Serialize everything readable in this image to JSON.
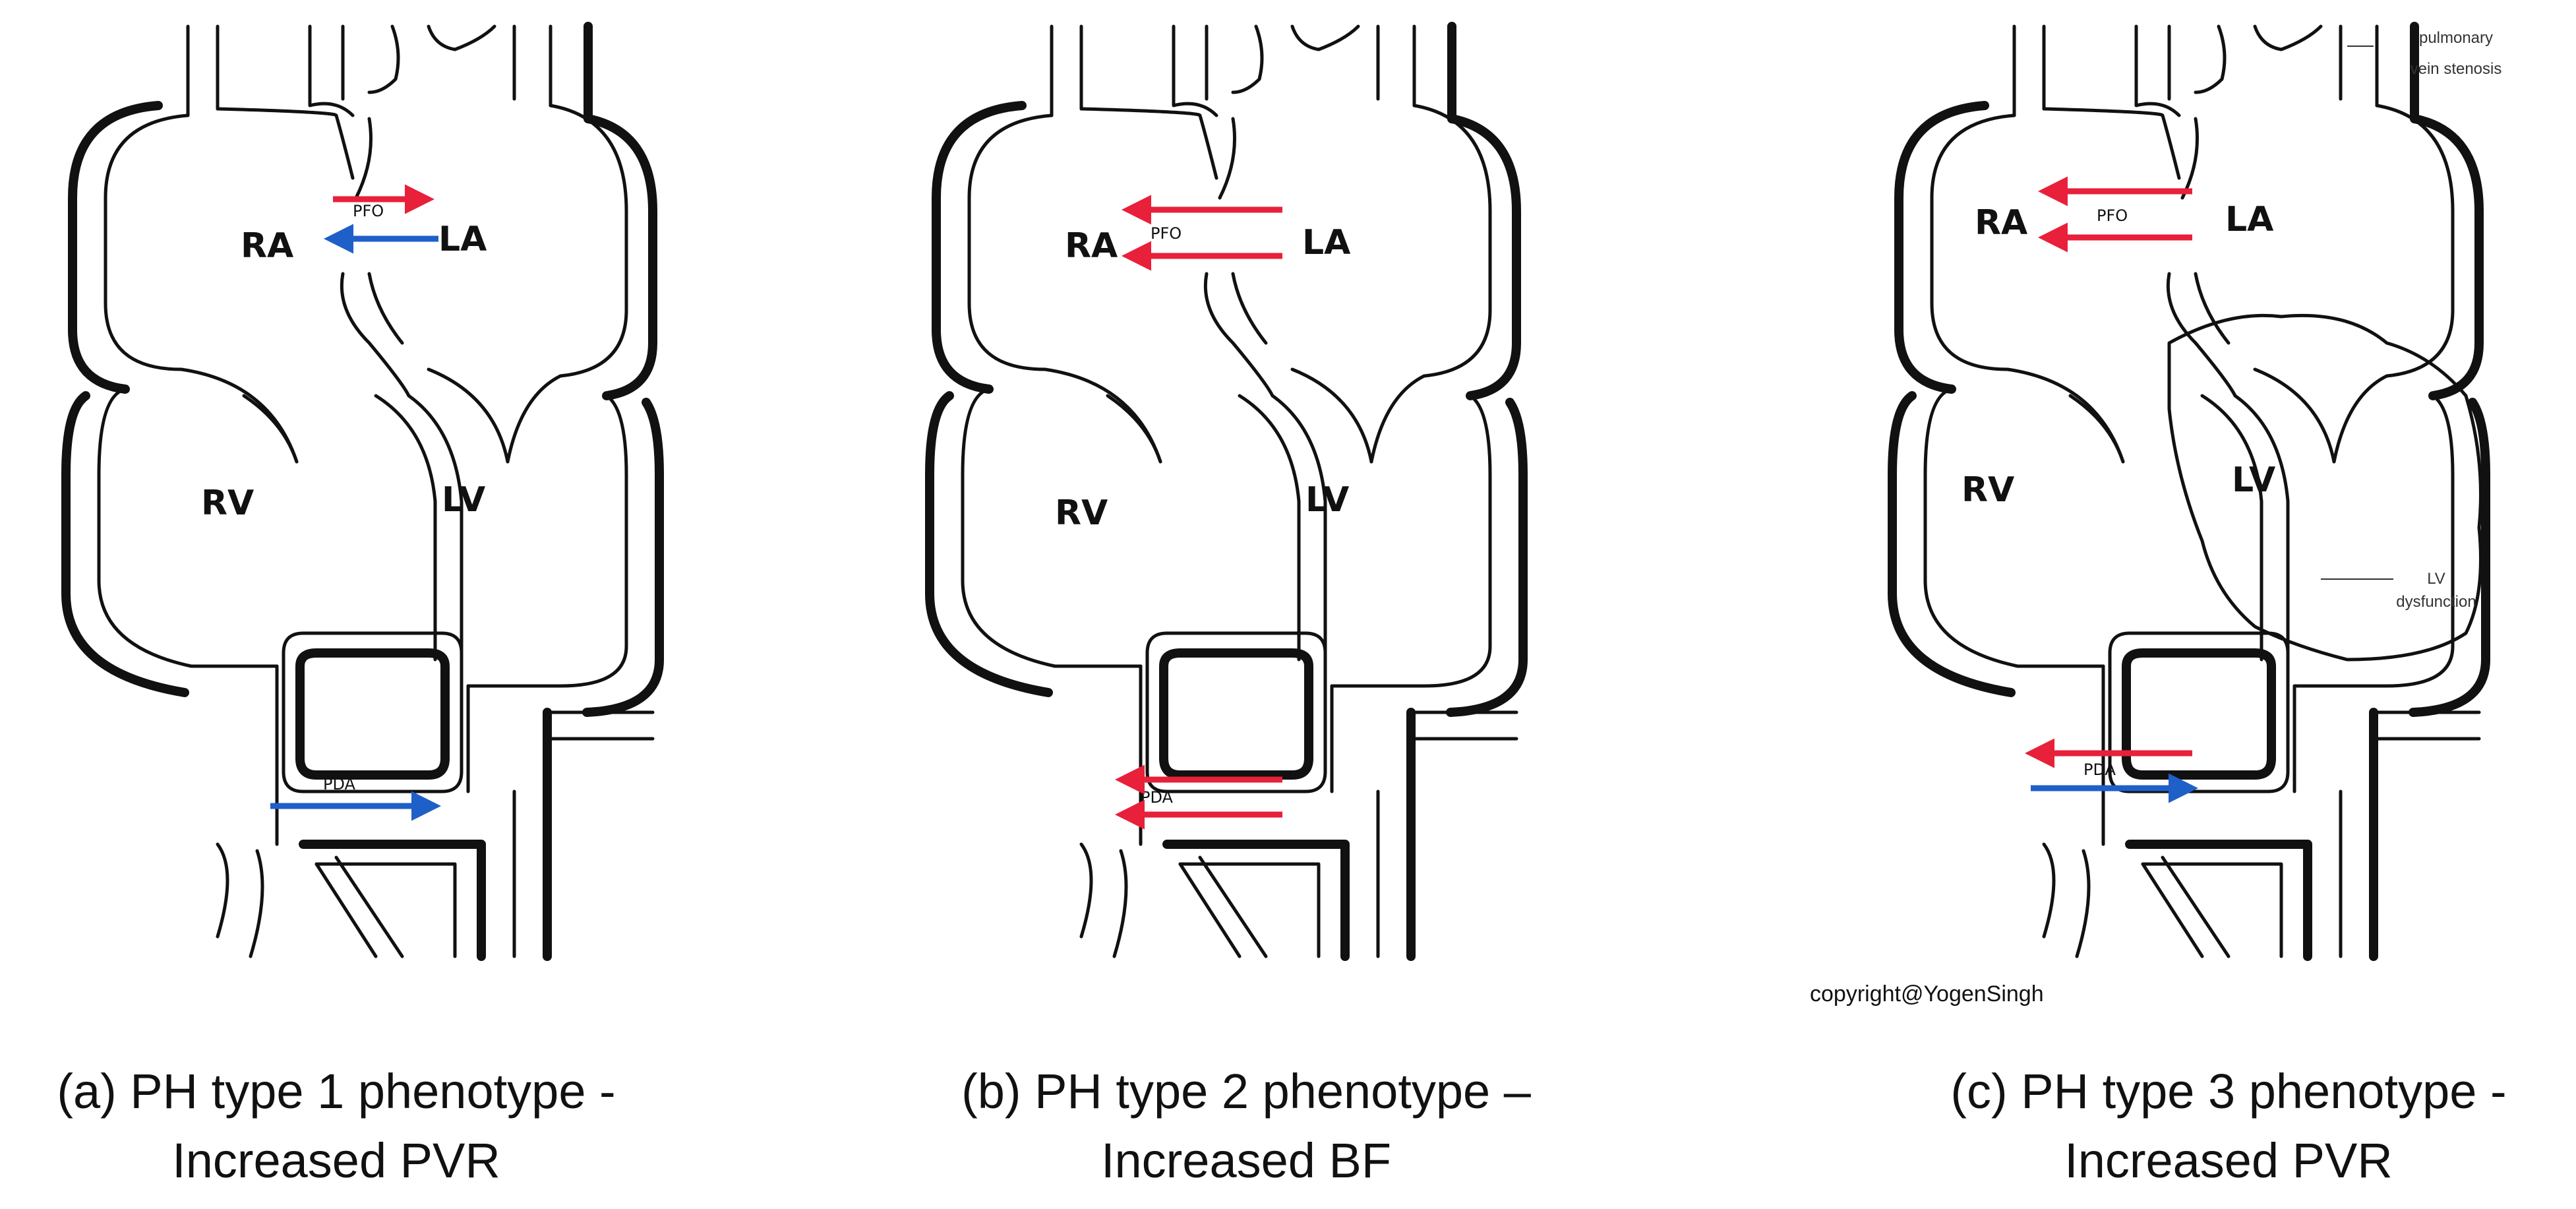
{
  "panels": [
    {
      "id": "a",
      "labels": {
        "ra": "RA",
        "la": "LA",
        "rv": "RV",
        "lv": "LV",
        "pfo": "PFO",
        "pda": "PDA"
      },
      "caption_line1": "(a) PH type 1 phenotype -",
      "caption_line2": "Increased PVR",
      "shunts": {
        "pfo": [
          "right-to-left",
          "left-to-right"
        ],
        "pda": [
          "right-to-left"
        ]
      }
    },
    {
      "id": "b",
      "labels": {
        "ra": "RA",
        "la": "LA",
        "rv": "RV",
        "lv": "LV",
        "pfo": "PFO",
        "pda": "PDA"
      },
      "caption_line1": "(b) PH type 2 phenotype –",
      "caption_line2": "Increased BF",
      "shunts": {
        "pfo": [
          "left-to-right",
          "left-to-right"
        ],
        "pda": [
          "left-to-right",
          "left-to-right"
        ]
      }
    },
    {
      "id": "c",
      "labels": {
        "ra": "RA",
        "la": "LA",
        "rv": "RV",
        "lv": "LV",
        "pfo": "PFO",
        "pda": "PDA"
      },
      "caption_line1": "(c) PH type 3 phenotype -",
      "caption_line2": "Increased PVR",
      "shunts": {
        "pfo": [
          "left-to-right",
          "left-to-right"
        ],
        "pda": [
          "left-to-right",
          "right-to-left"
        ]
      },
      "annotations": {
        "pulmonary_vein_stenosis_1": "pulmonary",
        "pulmonary_vein_stenosis_2": "vein stenosis",
        "lv_dysfunction_1": "LV",
        "lv_dysfunction_2": "dysfunction"
      }
    }
  ],
  "copyright": "copyright@YogenSingh",
  "colors": {
    "oxygenated": "#e8203a",
    "deoxygenated": "#1f5fc8",
    "outline": "#111111"
  }
}
